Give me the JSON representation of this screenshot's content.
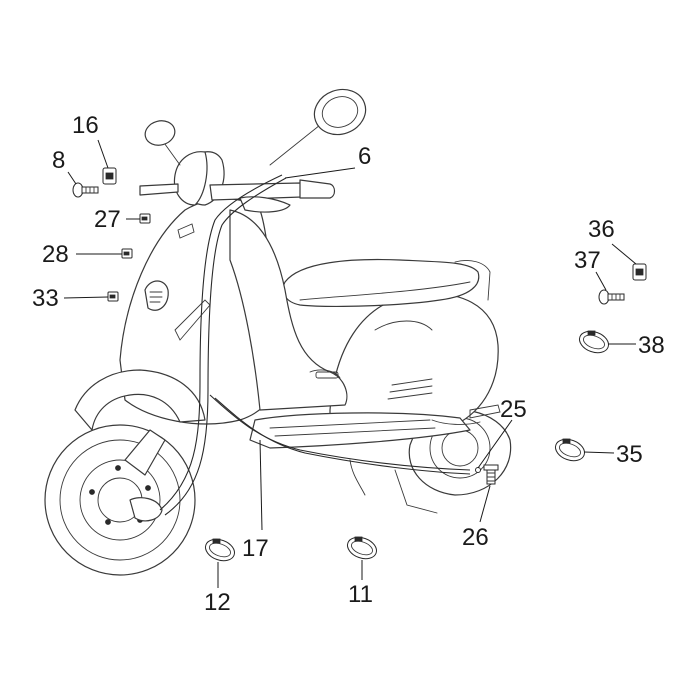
{
  "callouts": {
    "c16": "16",
    "c8": "8",
    "c6": "6",
    "c27": "27",
    "c28": "28",
    "c33": "33",
    "c36": "36",
    "c37": "37",
    "c38": "38",
    "c25": "25",
    "c35": "35",
    "c17": "17",
    "c26": "26",
    "c12": "12",
    "c11": "11"
  }
}
